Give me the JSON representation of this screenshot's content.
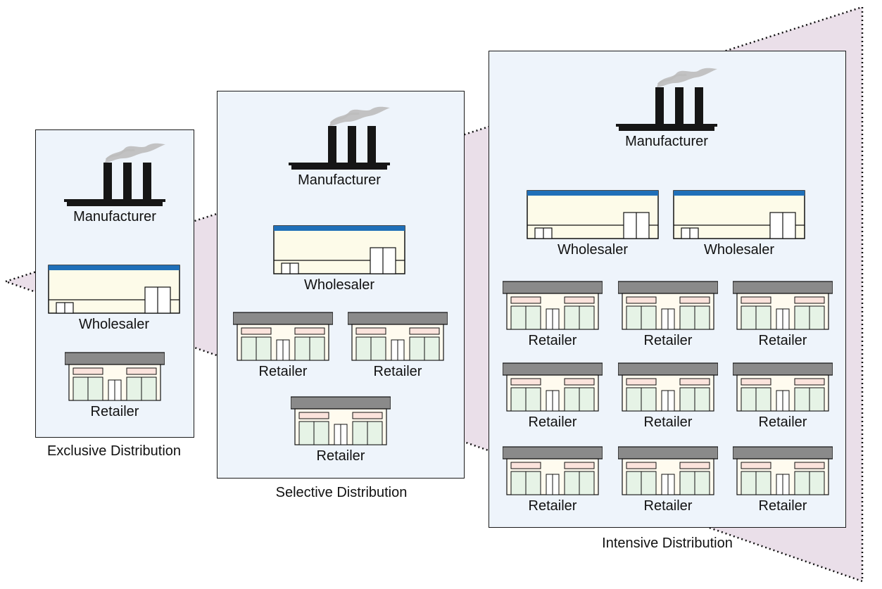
{
  "labels": {
    "manufacturer": "Manufacturer",
    "wholesaler": "Wholesaler",
    "retailer": "Retailer"
  },
  "panels": [
    {
      "caption": "Exclusive Distribution",
      "manufacturers": 1,
      "wholesalers": 1,
      "retailers": 1
    },
    {
      "caption": "Selective Distribution",
      "manufacturers": 1,
      "wholesalers": 1,
      "retailers": 3
    },
    {
      "caption": "Intensive Distribution",
      "manufacturers": 1,
      "wholesalers": 2,
      "retailers": 9
    }
  ],
  "colors": {
    "panel_fill": "#eef4fb",
    "wedge_fill": "#eadfe9",
    "wholesaler_roof": "#1f6fb8",
    "wholesaler_body": "#fdfbe9",
    "retailer_roof": "#8a8a8a",
    "retailer_sign": "#fbe3dc",
    "retailer_window": "#e6f3e6",
    "factory": "#161616",
    "smoke": "#bdbdbd"
  },
  "icons": [
    "factory-icon",
    "warehouse-icon",
    "storefront-icon"
  ]
}
